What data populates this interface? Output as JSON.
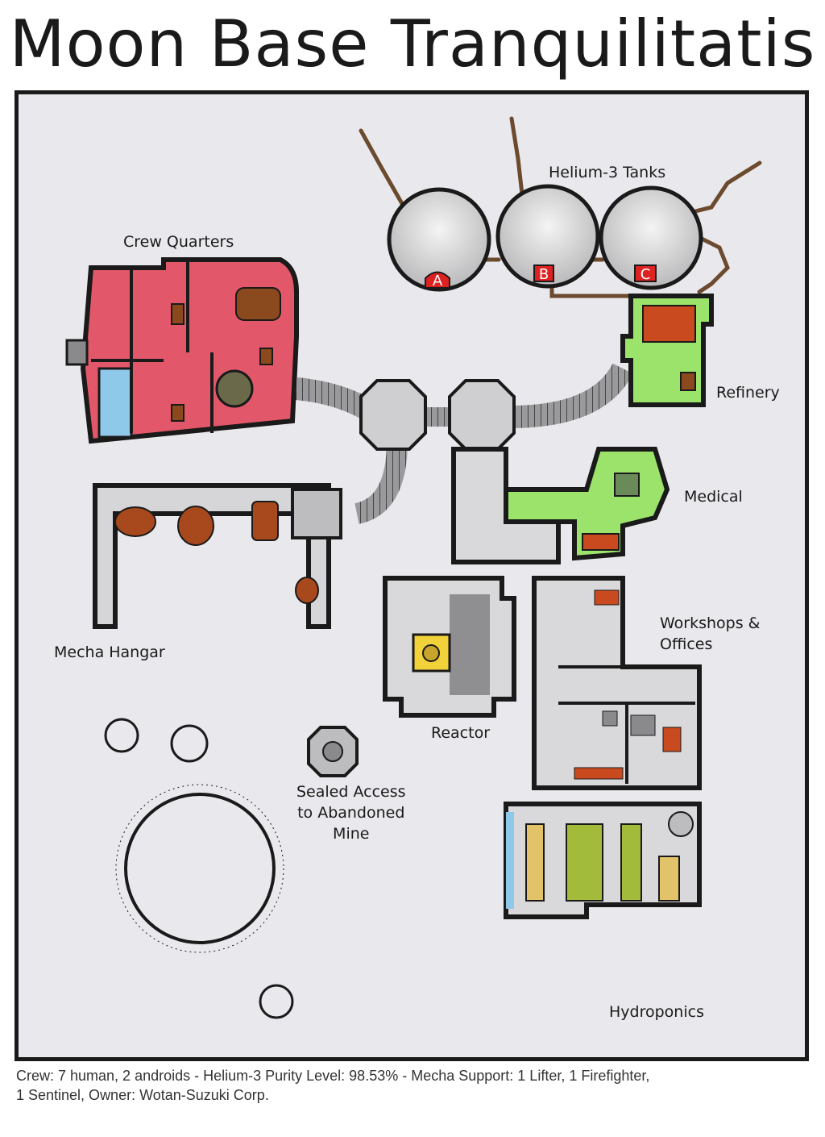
{
  "title": "Moon Base Tranquilitatis",
  "labels": {
    "helium_tanks": "Helium-3 Tanks",
    "crew_quarters": "Crew Quarters",
    "refinery": "Refinery",
    "medical": "Medical",
    "mecha_hangar": "Mecha Hangar",
    "workshops_line1": "Workshops &",
    "workshops_line2": "Offices",
    "reactor": "Reactor",
    "mine_line1": "Sealed Access",
    "mine_line2": "to Abandoned",
    "mine_line3": "Mine",
    "hydroponics": "Hydroponics"
  },
  "tank_letters": [
    "A",
    "B",
    "C"
  ],
  "footer": {
    "line1": "Crew: 7 human, 2 androids - Helium-3 Purity Level: 98.53% - Mecha Support: 1 Lifter, 1 Firefighter,",
    "line2": "1 Sentinel, Owner: Wotan-Suzuki Corp."
  },
  "colors": {
    "crew_quarters": "#e2586a",
    "refinery_medical": "#9be36a",
    "floor": "#d6d6d8",
    "water": "#8ec9ea",
    "furniture": "#8a4a1e",
    "reactor_core": "#f2d23a",
    "paper": "#e9e8ec"
  }
}
